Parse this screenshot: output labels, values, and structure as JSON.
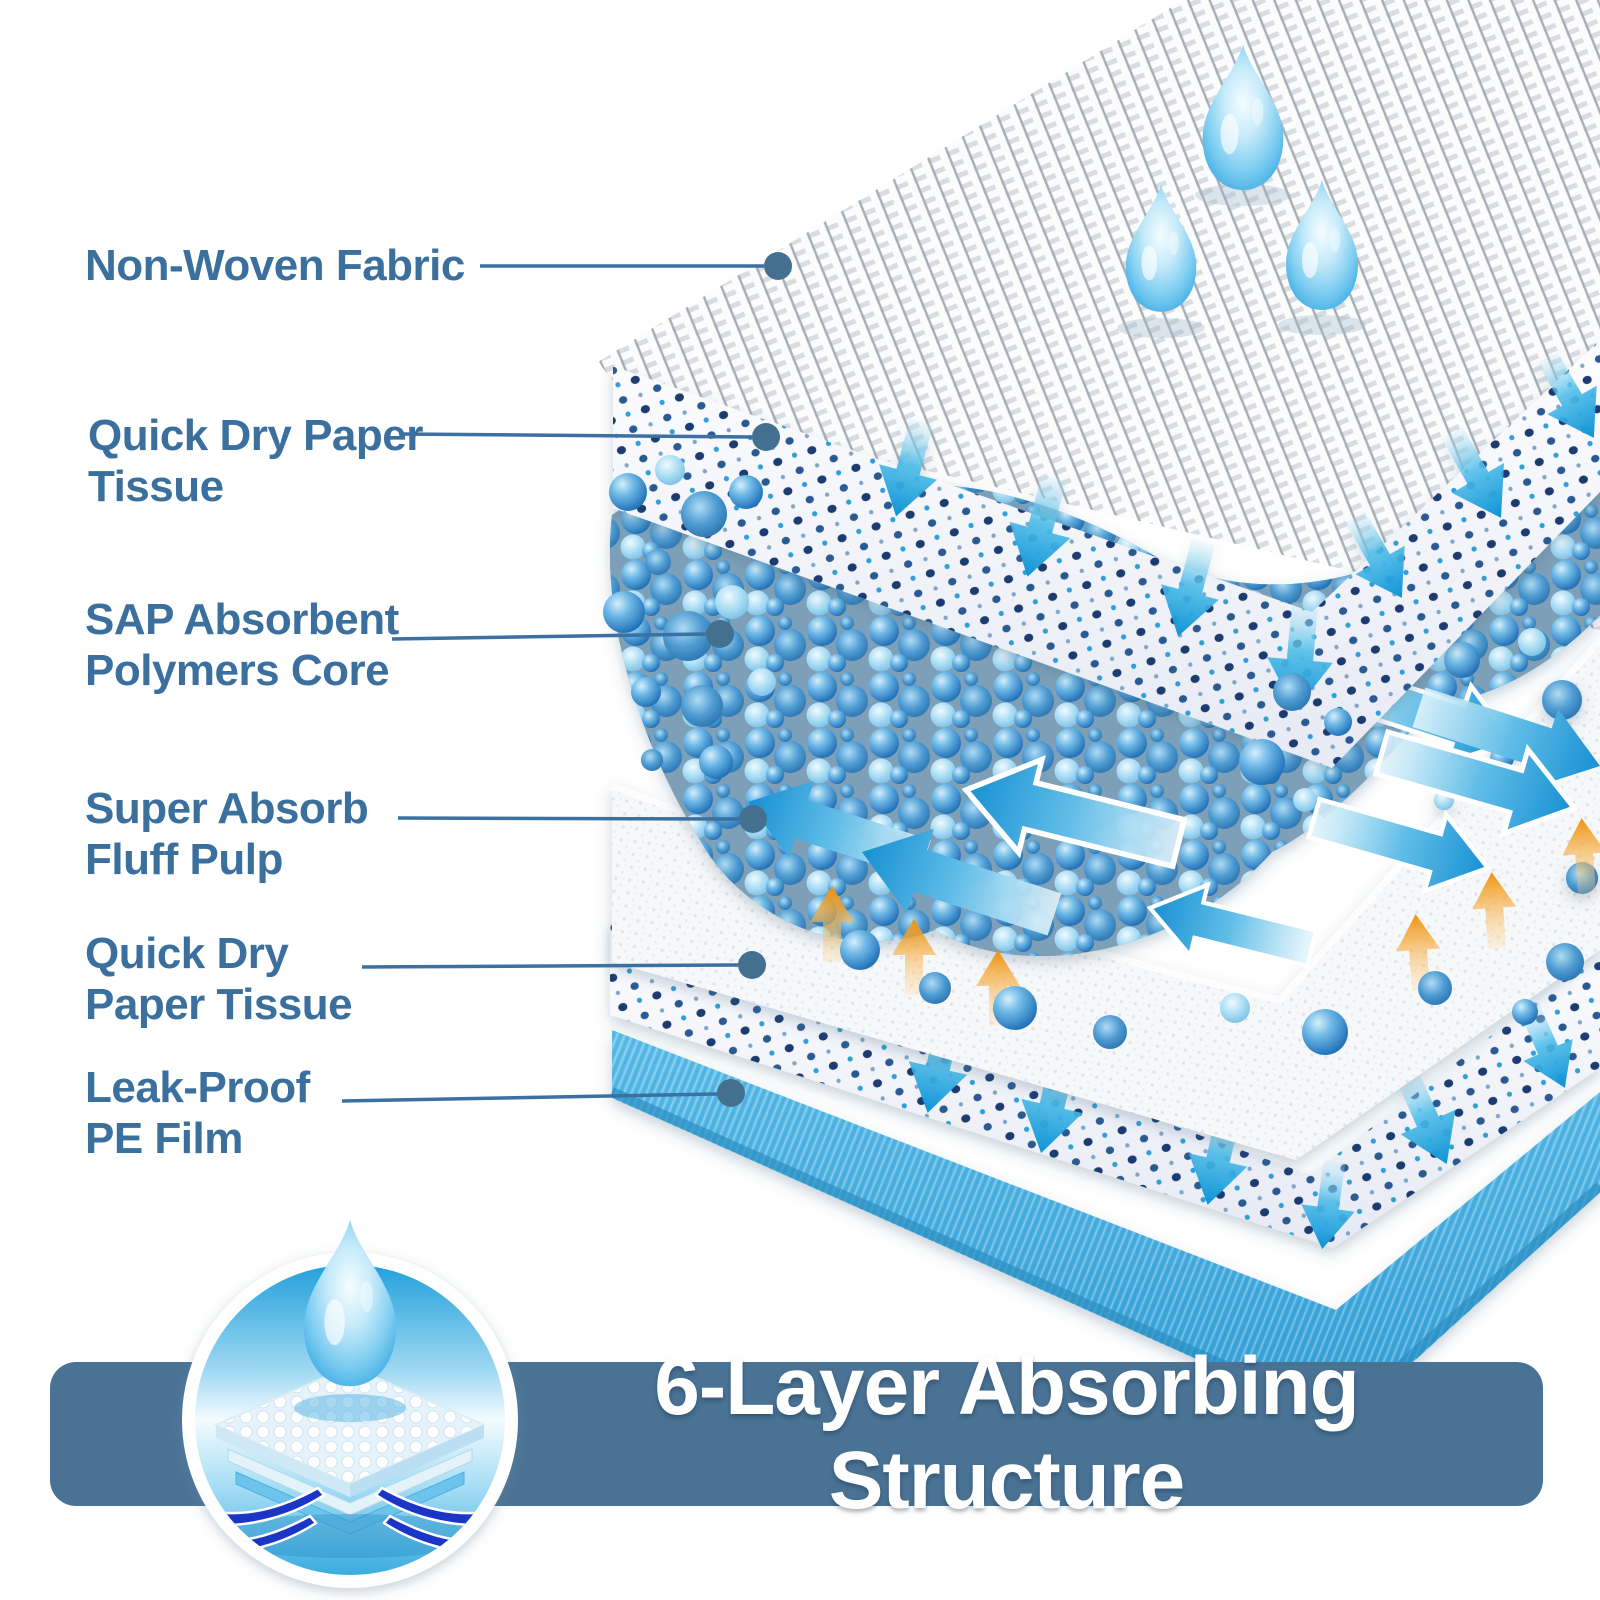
{
  "diagram": {
    "labels": [
      {
        "id": "non-woven-fabric",
        "line1": "Non-Woven Fabric",
        "line2": ""
      },
      {
        "id": "quick-dry-paper-tissue-top",
        "line1": "Quick Dry Paper",
        "line2": "Tissue"
      },
      {
        "id": "sap-absorbent-polymers-core",
        "line1": "SAP Absorbent",
        "line2": "Polymers Core"
      },
      {
        "id": "super-absorb-fluff-pulp",
        "line1": "Super Absorb",
        "line2": "Fluff Pulp"
      },
      {
        "id": "quick-dry-paper-tissue-bottom",
        "line1": "Quick Dry",
        "line2": "Paper Tissue"
      },
      {
        "id": "leak-proof-pe-film",
        "line1": "Leak-Proof",
        "line2": "PE Film"
      }
    ]
  },
  "banner": {
    "title": "6-Layer Absorbing Structure"
  },
  "icons": {
    "badge": "water-drop-over-pad-icon",
    "drops": "water-drop-icon",
    "down_arrows": "absorb-down-arrow-icon",
    "up_arrows": "wick-up-arrow-icon",
    "spread_arrows": "spread-sideways-arrow-icon"
  },
  "colors": {
    "label_text": "#3A6F9E",
    "leader_line": "#3B70A0",
    "leader_dot": "#44708F",
    "banner_bg": "#4A7294",
    "banner_text": "#FFFFFF",
    "pe_film_blue": "#45ADE0",
    "arrow_cyan": "#1E9CD8",
    "arrow_orange": "#F5A623",
    "bead_blue": "#2B7BC0",
    "dark_arrow_blue": "#1B36C6"
  }
}
